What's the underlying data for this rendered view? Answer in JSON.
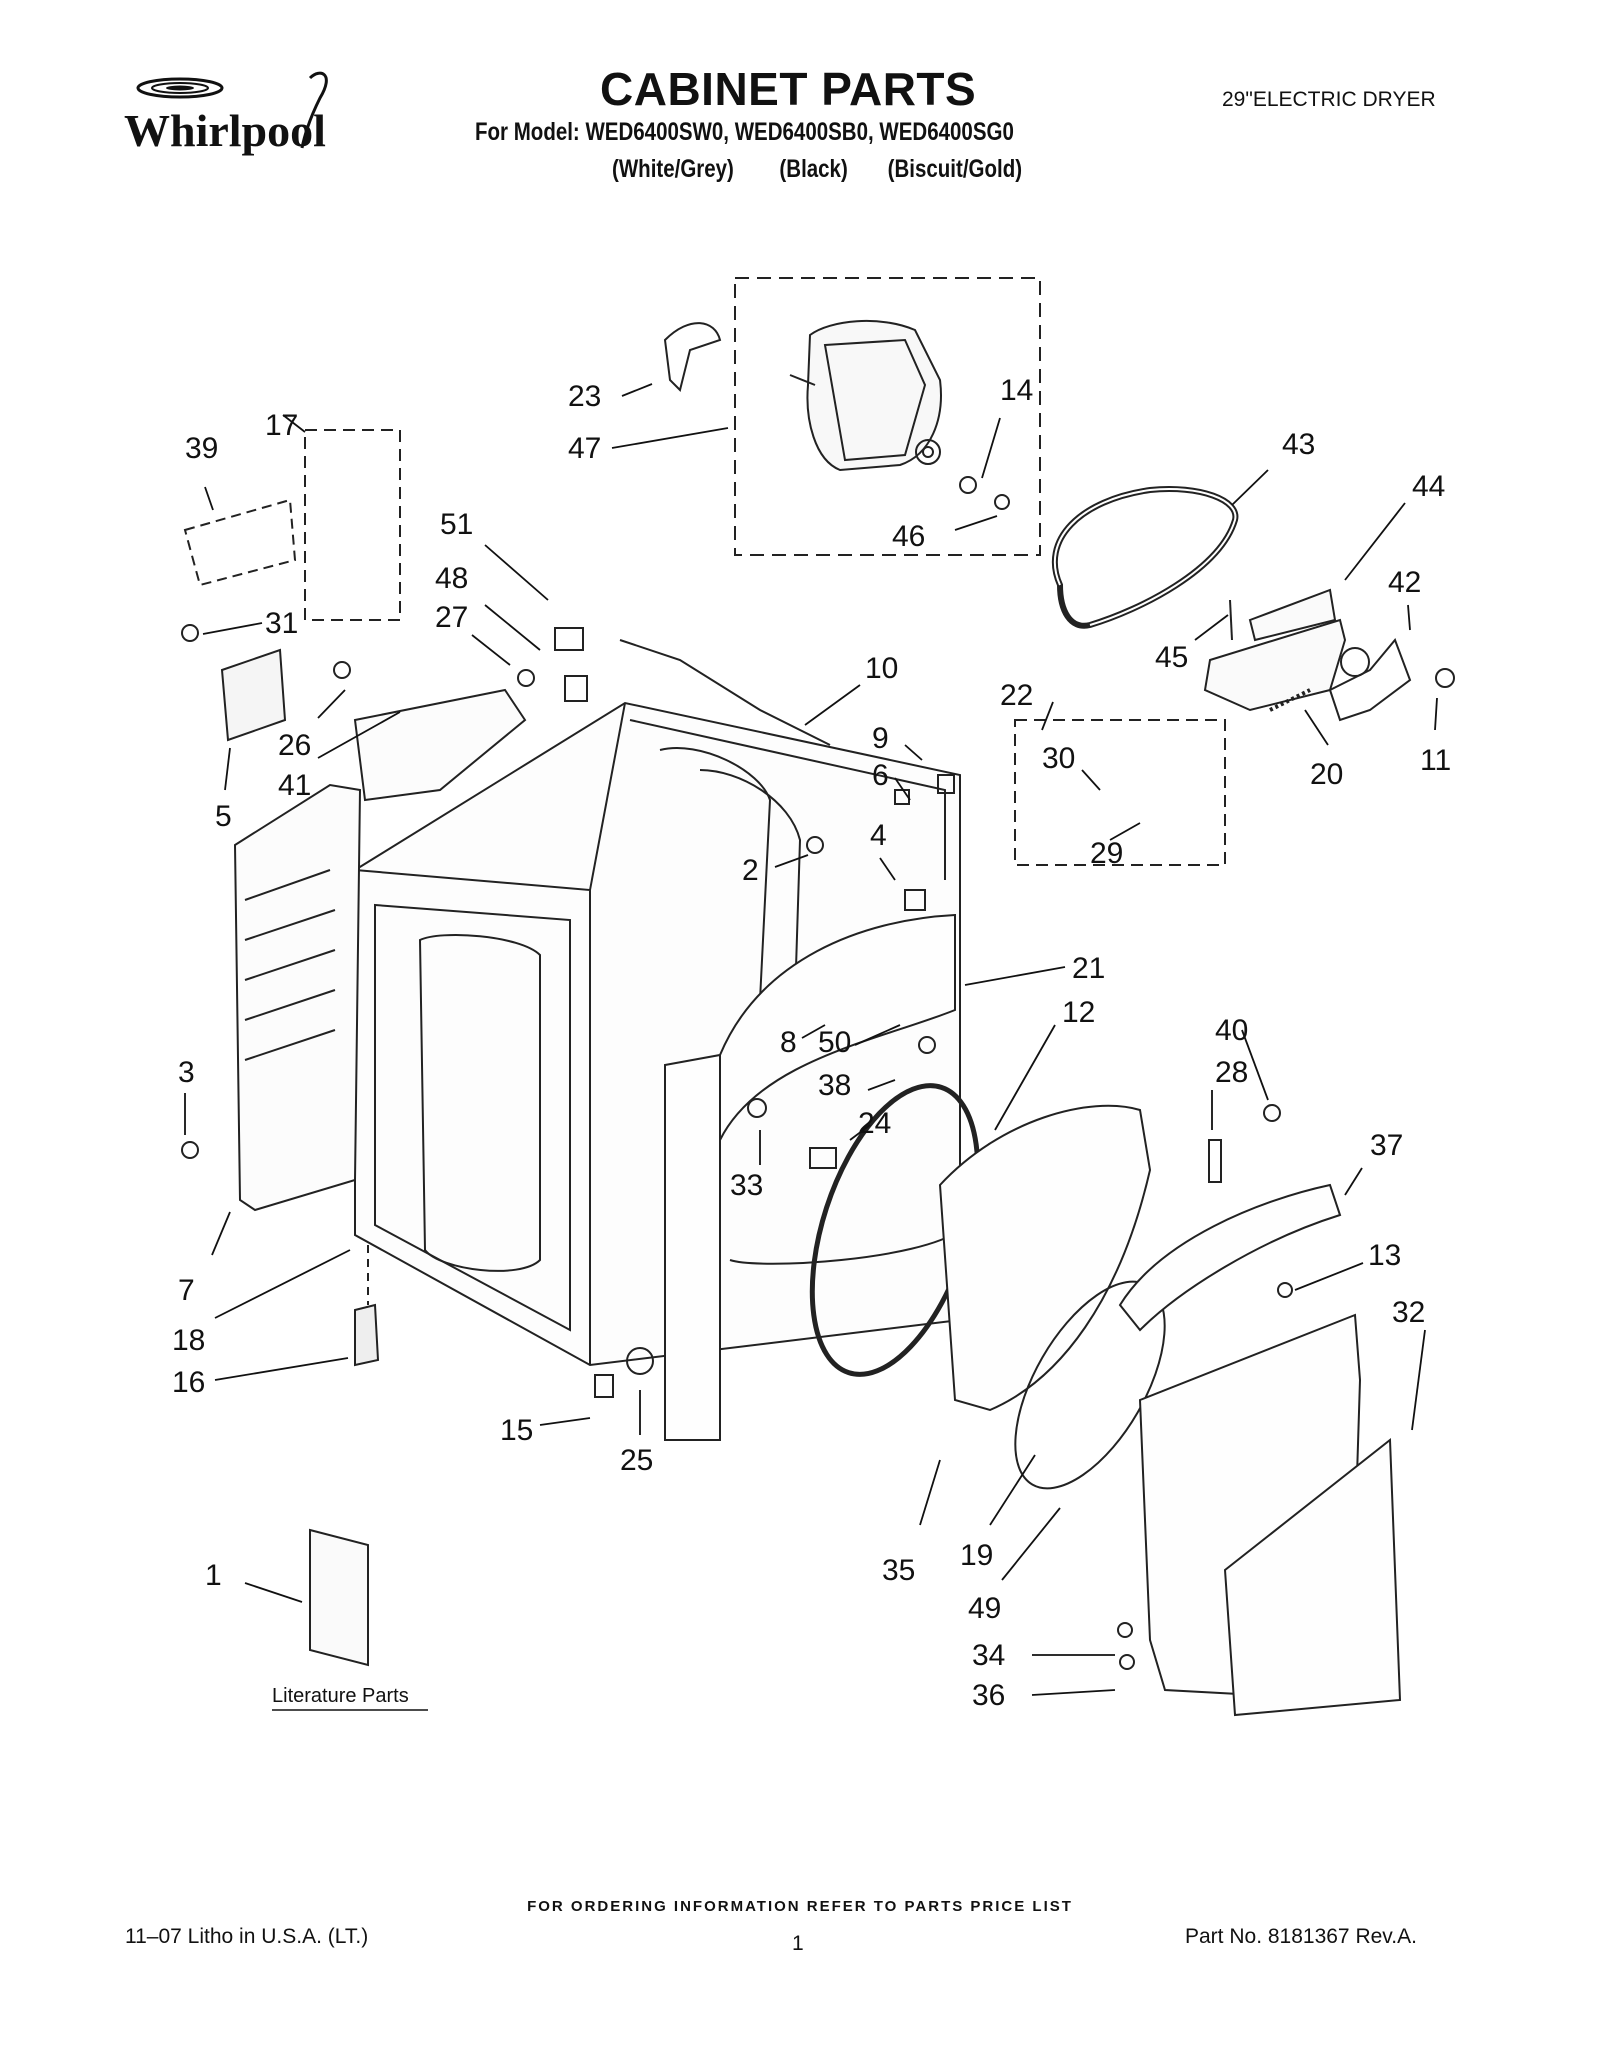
{
  "header": {
    "brand": "Whirlpool",
    "title": "CABINET PARTS",
    "subtitle": "For Model: WED6400SW0, WED6400SB0, WED6400SG0",
    "variants": "(White/Grey)        (Black)       (Biscuit/Gold)",
    "product_type": "29\"ELECTRIC DRYER"
  },
  "diagram": {
    "callouts": [
      "23",
      "47",
      "14",
      "46",
      "43",
      "44",
      "42",
      "45",
      "11",
      "20",
      "39",
      "17",
      "51",
      "48",
      "27",
      "31",
      "26",
      "41",
      "5",
      "10",
      "9",
      "6",
      "22",
      "30",
      "29",
      "4",
      "2",
      "21",
      "12",
      "40",
      "28",
      "37",
      "3",
      "8",
      "50",
      "38",
      "24",
      "33",
      "13",
      "32",
      "7",
      "18",
      "16",
      "15",
      "25",
      "35",
      "19",
      "49",
      "34",
      "36",
      "1"
    ],
    "literature_label": "Literature Parts"
  },
  "footer": {
    "ordering_note": "FOR ORDERING INFORMATION REFER TO PARTS PRICE LIST",
    "litho": "11–07 Litho in U.S.A. (LT.)",
    "page": "1",
    "part_no": "Part No. 8181367 Rev.A."
  }
}
